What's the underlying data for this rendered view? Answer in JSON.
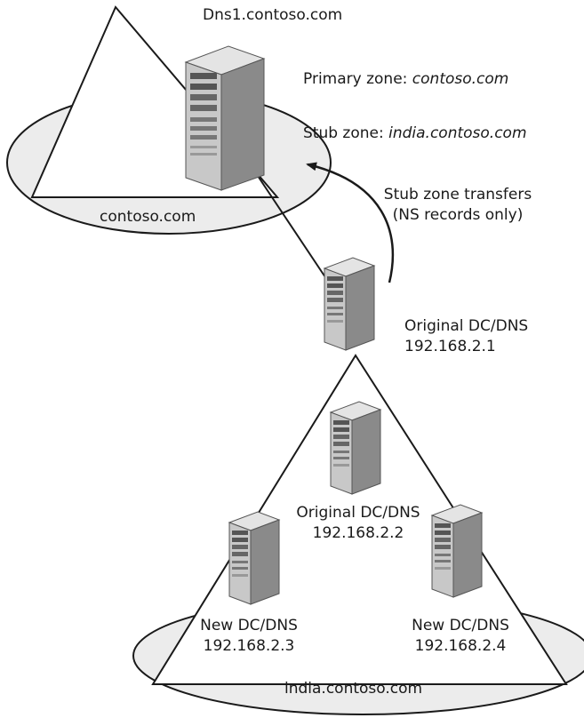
{
  "colors": {
    "line": "#1a1a1a",
    "ellipse_fill": "#ececec",
    "triangle_fill": "#ffffff",
    "server_front": "#c8c8c8",
    "server_side": "#8a8a8a",
    "server_top": "#e4e4e4",
    "server_panel": "#555555"
  },
  "icons": {
    "server": "server-tower-icon",
    "arrow": "curved-arrow"
  },
  "labels": {
    "dns1_host": "Dns1.contoso.com",
    "primary_zone_prefix": "Primary zone: ",
    "primary_zone_name": "contoso.com",
    "stub_zone_prefix": "Stub zone: ",
    "stub_zone_name": "india.contoso.com",
    "stub_transfer_line1": "Stub zone transfers",
    "stub_transfer_line2": "(NS records only)",
    "contoso_domain": "contoso.com",
    "orig_dc1_name": "Original DC/DNS",
    "orig_dc1_ip": "192.168.2.1",
    "orig_dc2_name": "Original DC/DNS",
    "orig_dc2_ip": "192.168.2.2",
    "new_dc3_name": "New DC/DNS",
    "new_dc3_ip": "192.168.2.3",
    "new_dc4_name": "New DC/DNS",
    "new_dc4_ip": "192.168.2.4",
    "india_domain": "india.contoso.com"
  }
}
